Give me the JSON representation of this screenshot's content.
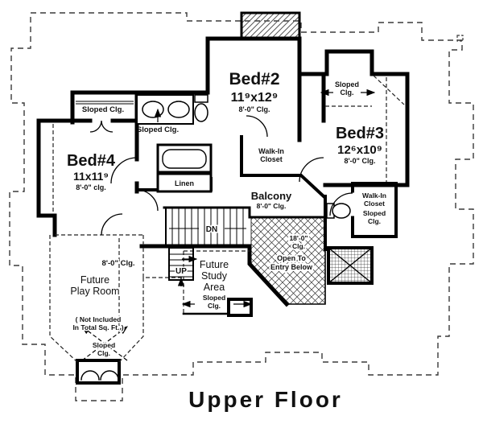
{
  "title": "Upper Floor",
  "colors": {
    "ink": "#000000",
    "bg": "#ffffff",
    "hatch": "#444444"
  },
  "rooms": {
    "bed2": {
      "name": "Bed#2",
      "dims": "11⁹x12⁹",
      "ceiling": "8'-0\" Clg."
    },
    "bed3": {
      "name": "Bed#3",
      "dims": "12⁶x10⁹",
      "ceiling": "8'-0\" Clg."
    },
    "bed4": {
      "name": "Bed#4",
      "dims": "11x11⁹",
      "ceiling": "8'-0\" clg."
    },
    "balcony": {
      "name": "Balcony",
      "ceiling": "8'-0\" Clg."
    },
    "walkin_left": {
      "line1": "Walk-In",
      "line2": "Closet"
    },
    "walkin_right": {
      "line1": "Walk-In",
      "line2": "Closet",
      "line3": "Sloped",
      "line4": "Clg."
    },
    "linen": {
      "name": "Linen"
    },
    "playroom": {
      "ceiling": "8'-0\" Clg.",
      "line1": "Future",
      "line2": "Play Room",
      "note1": "( Not Included",
      "note2": "In Total Sq. Ft. )",
      "sloped1": "Sloped",
      "sloped2": "Clg."
    },
    "study": {
      "line1": "Future",
      "line2": "Study",
      "line3": "Area",
      "sloped1": "Sloped",
      "sloped2": "Clg."
    },
    "open_below": {
      "clg1": "18'-0\"",
      "clg2": "Clg.",
      "line1": "Open To",
      "line2": "Entry Below"
    }
  },
  "labels": {
    "sloped_top_left": "Sloped Clg.",
    "sloped_bath": "Sloped Clg.",
    "sloped_bed3_1": "Sloped",
    "sloped_bed3_2": "Clg.",
    "stairs_down": "DN",
    "stairs_up": "UP"
  }
}
